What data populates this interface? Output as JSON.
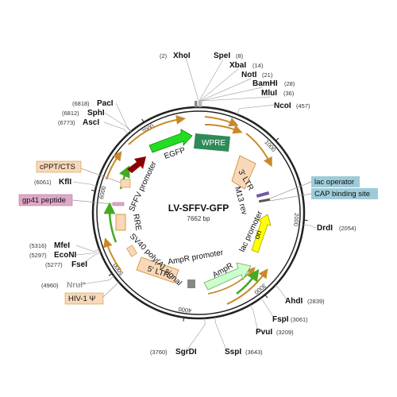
{
  "plasmid": {
    "name": "LV-SFFV-GFP",
    "size_label": "7662 bp",
    "length": 7662
  },
  "ticks": [
    {
      "pos": 1000,
      "label": "1000"
    },
    {
      "pos": 2000,
      "label": "2000"
    },
    {
      "pos": 3000,
      "label": "3000"
    },
    {
      "pos": 4000,
      "label": "4000"
    },
    {
      "pos": 5000,
      "label": "5000"
    },
    {
      "pos": 6000,
      "label": "6000"
    },
    {
      "pos": 7000,
      "label": "7000"
    }
  ],
  "sites": [
    {
      "name": "XhoI",
      "pos_label": "(2)"
    },
    {
      "name": "SpeI",
      "pos_label": "(8)"
    },
    {
      "name": "XbaI",
      "pos_label": "(14)"
    },
    {
      "name": "NotI",
      "pos_label": "(21)"
    },
    {
      "name": "BamHI",
      "pos_label": "(28)"
    },
    {
      "name": "MluI",
      "pos_label": "(36)"
    },
    {
      "name": "NcoI",
      "pos_label": "(457)"
    },
    {
      "name": "DrdI",
      "pos_label": "(2054)"
    },
    {
      "name": "AhdI",
      "pos_label": "(2839)"
    },
    {
      "name": "FspI",
      "pos_label": "(3061)"
    },
    {
      "name": "PvuI",
      "pos_label": "(3209)"
    },
    {
      "name": "SspI",
      "pos_label": "(3643)"
    },
    {
      "name": "SgrDI",
      "pos_label": "(3760)"
    },
    {
      "name": "NruI*",
      "pos_label": "(4960)"
    },
    {
      "name": "FseI",
      "pos_label": "(5277)"
    },
    {
      "name": "EcoNI",
      "pos_label": "(5297)"
    },
    {
      "name": "MfeI",
      "pos_label": "(5316)"
    },
    {
      "name": "KflI",
      "pos_label": "(6061)"
    },
    {
      "name": "AscI",
      "pos_label": "(6773)"
    },
    {
      "name": "SphI",
      "pos_label": "(6812)"
    },
    {
      "name": "PacI",
      "pos_label": "(6818)"
    }
  ],
  "features": {
    "egfp": "EGFP",
    "wpre": "WPRE",
    "ltr3": "3' LTR",
    "m13rev": "M13 rev",
    "lac_promoter": "lac promoter",
    "ori": "ori",
    "ampr": "AmpR",
    "ampr_promoter": "AmpR promoter",
    "ltr5": "5' LTR",
    "sv40": "SV40 poly(A) signal",
    "rre": "RRE",
    "sffv": "SFFV promoter"
  },
  "boxed_labels": {
    "lac_operator": "lac operator",
    "cap_site": "CAP binding site",
    "cppt": "cPPT/CTS",
    "gp41": "gp41 peptide",
    "hiv": "HIV-1 Ψ"
  },
  "colors": {
    "egfp": "#22dd22",
    "wpre": "#2e8b57",
    "ltr": "#f8d8b8",
    "ori": "#ffff00",
    "ampr": "#ccffcc",
    "sffv": "#8b0000",
    "orf": "#c9892a",
    "primer": "#44aa22",
    "lac_box": "#9ecbd9",
    "cap_box": "#9ecbd9",
    "cppt_box": "#f8d8b8",
    "gp41_box": "#e0a8c8",
    "hiv_box": "#f8d8b8"
  }
}
